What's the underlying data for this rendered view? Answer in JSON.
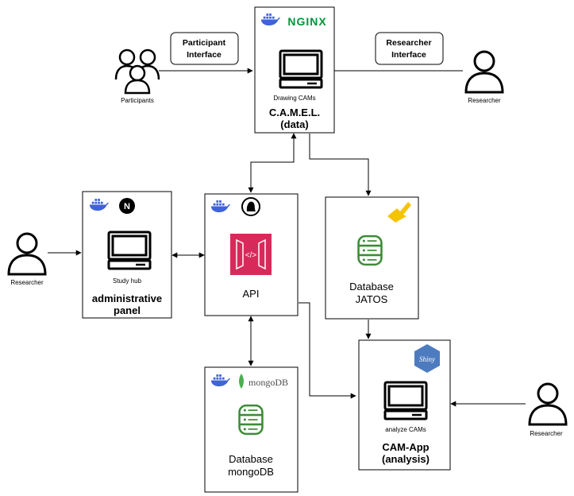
{
  "participants": {
    "label": "Participants"
  },
  "interfaces": {
    "participant": [
      "Participant",
      "Interface"
    ],
    "researcher": [
      "Researcher",
      "Interface"
    ]
  },
  "camel": {
    "logo": "NGINX",
    "caption": "Drawing CAMs",
    "title": [
      "C.A.M.E.L.",
      "(data)"
    ]
  },
  "admin": {
    "caption": "Study hub",
    "title": [
      "administrative",
      "panel"
    ],
    "logo_letter": "N"
  },
  "api": {
    "code_glyph": "</>",
    "title": "API"
  },
  "jatos": {
    "title": [
      "Database",
      "JATOS"
    ]
  },
  "mongo": {
    "logo": "mongoDB",
    "title": [
      "Database",
      "mongoDB"
    ]
  },
  "camapp": {
    "logo": "Shiny",
    "caption": "analyze CAMs",
    "title": [
      "CAM-App",
      "(analysis)"
    ]
  },
  "researchers": {
    "top_right": "Researcher",
    "left": "Researcher",
    "bottom_right": "Researcher"
  },
  "colors": {
    "docker": "#3f63d8",
    "nginx": "#009639",
    "mongo_leaf": "#4caf50",
    "db_green": "#3d8b37",
    "api_pink": "#d82a5a",
    "shiny_blue": "#4d7bbf",
    "jatos_yellow": "#f5c400"
  }
}
